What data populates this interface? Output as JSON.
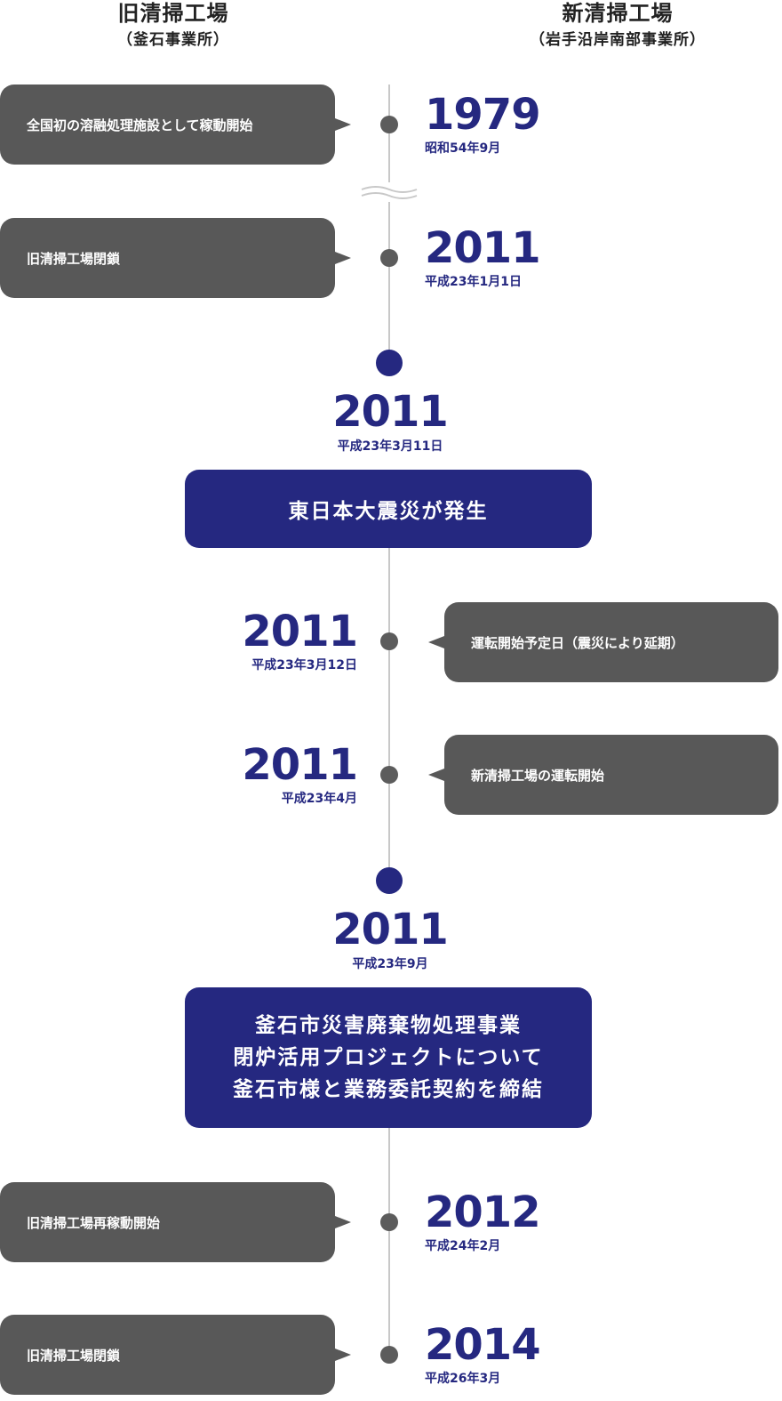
{
  "headers": {
    "left": {
      "title": "旧清掃工場",
      "sub": "（釜石事業所）"
    },
    "right": {
      "title": "新清掃工場",
      "sub": "（岩手沿岸南部事業所）"
    }
  },
  "items": [
    {
      "year": "1979",
      "date": "昭和54年9月",
      "label": "全国初の溶融処理施設として稼動開始"
    },
    {
      "year": "2011",
      "date": "平成23年1月1日",
      "label": "旧清掃工場閉鎖"
    },
    {
      "year": "2011",
      "date": "平成23年3月11日",
      "label": "東日本大震災が発生"
    },
    {
      "year": "2011",
      "date": "平成23年3月12日",
      "label": "運転開始予定日（震災により延期）"
    },
    {
      "year": "2011",
      "date": "平成23年4月",
      "label": "新清掃工場の運転開始"
    },
    {
      "year": "2011",
      "date": "平成23年9月",
      "lines": [
        "釜石市災害廃棄物処理事業",
        "閉炉活用プロジェクトについて",
        "釜石市様と業務委託契約を締結"
      ]
    },
    {
      "year": "2012",
      "date": "平成24年2月",
      "label": "旧清掃工場再稼動開始"
    },
    {
      "year": "2014",
      "date": "平成26年3月",
      "label": "旧清掃工場閉鎖"
    }
  ],
  "colors": {
    "navy": "#252880",
    "gray": "#585858",
    "dot": "#5c5c5c",
    "line": "#c8c8c8"
  }
}
